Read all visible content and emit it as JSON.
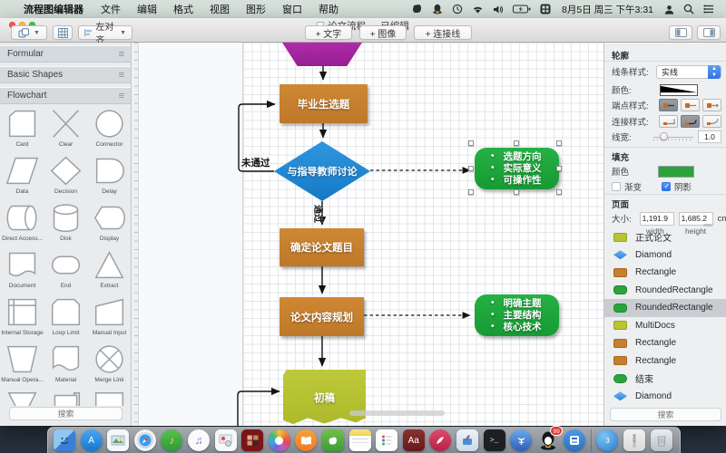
{
  "menubar": {
    "apple": "",
    "app_name": "流程图编辑器",
    "menus": [
      "文件",
      "编辑",
      "格式",
      "视图",
      "图形",
      "窗口",
      "帮助"
    ],
    "status_icons": [
      "evernote-icon",
      "qq-icon",
      "clock-icon",
      "wifi-icon",
      "volume-icon",
      "battery-icon",
      "input-method-icon"
    ],
    "clock": "8月5日 周三 下午3:31",
    "right_icons": [
      "user-icon",
      "spotlight-search-icon",
      "notification-center-icon"
    ]
  },
  "window": {
    "title": "论文流程 — 已编辑"
  },
  "toolbar": {
    "group_tooltip": "group",
    "align_label": "左对齐",
    "add_text": "+ 文字",
    "add_image": "+ 图像",
    "add_connector": "+ 连接线"
  },
  "left_panel": {
    "sections": [
      "Formular",
      "Basic Shapes",
      "Flowchart"
    ],
    "shapes": [
      "Card",
      "Clear",
      "Connector",
      "Data",
      "Decision",
      "Delay",
      "Direct Access...",
      "Disk",
      "Display",
      "Document",
      "End",
      "Extract",
      "Internal Storage",
      "Loop Limit",
      "Manual Input",
      "Manual Opera...",
      "Material",
      "Merge Link"
    ],
    "search_placeholder": "搜索"
  },
  "canvas": {
    "nodes": {
      "topic": "毕业生选题",
      "discuss": "与指导教师讨论",
      "criteria1": [
        "选题方向",
        "实际意义",
        "可操作性"
      ],
      "confirm": "确定论文题目",
      "plan": "论文内容规划",
      "criteria2": [
        "明确主题",
        "主要结构",
        "核心技术"
      ],
      "draft": "初稿"
    },
    "edge_labels": {
      "fail": "未通过",
      "pass": "通过"
    }
  },
  "right_panel": {
    "outline": {
      "title": "轮廓",
      "line_style_label": "线条样式:",
      "line_style_value": "实线",
      "color_label": "颜色:",
      "endpoint_label": "端点样式:",
      "connect_label": "连接样式:",
      "width_label": "线宽:",
      "width_value": "1.0"
    },
    "fill": {
      "title": "填充",
      "color_label": "颜色",
      "gradient_label": "渐变",
      "shadow_label": "阴影"
    },
    "page": {
      "title": "页面",
      "size_label": "大小:",
      "width_value": "1,191.9",
      "height_value": "1,685.2",
      "unit": "cm",
      "width_label": "width",
      "height_label": "height"
    },
    "objects": [
      {
        "label": "正式论文",
        "swatch": "multidoc"
      },
      {
        "label": "Diamond",
        "swatch": "diamond"
      },
      {
        "label": "Rectangle",
        "swatch": "rect-orange"
      },
      {
        "label": "RoundedRectangle",
        "swatch": "round-green"
      },
      {
        "label": "RoundedRectangle",
        "swatch": "round-green",
        "selected": true
      },
      {
        "label": "MultiDocs",
        "swatch": "multidoc"
      },
      {
        "label": "Rectangle",
        "swatch": "rect-orange"
      },
      {
        "label": "Rectangle",
        "swatch": "rect-orange"
      },
      {
        "label": "结束",
        "swatch": "stadium-green"
      },
      {
        "label": "Diamond",
        "swatch": "diamond"
      }
    ],
    "search_placeholder": "搜索"
  },
  "colors": {
    "node_orange": "#c6802e",
    "node_blue": "#1d87d4",
    "node_green": "#1ea63c",
    "node_purple": "#a3219d",
    "node_yellowgreen": "#b7c32f",
    "accent_blue": "#3472e2"
  },
  "dock": {
    "icons": [
      "finder",
      "app-store",
      "photos-stack",
      "safari",
      "music-green",
      "itunes",
      "photo-tool",
      "photo-booth",
      "photos",
      "ibooks",
      "evernote",
      "notes",
      "reminders",
      "dictionary",
      "zine",
      "xcode",
      "terminal",
      "mind-map",
      "qq",
      "diagram-app",
      "separator",
      "net-disk",
      "archive-utility",
      "trash"
    ]
  }
}
